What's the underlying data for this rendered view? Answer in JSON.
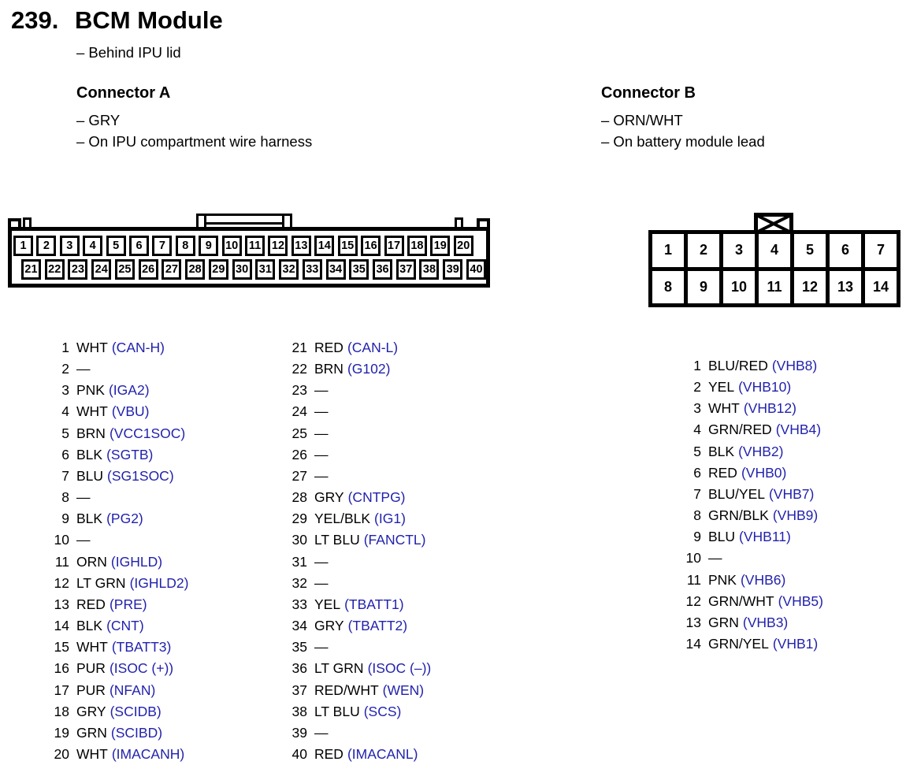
{
  "page": {
    "section_number": "239.",
    "title": "BCM Module",
    "location_note": "– Behind IPU lid"
  },
  "colors": {
    "signal_blue": "#2222ad",
    "ink": "#000000",
    "paper": "#ffffff"
  },
  "connector_a": {
    "heading": "Connector A",
    "notes": [
      "– GRY",
      "– On IPU compartment wire harness"
    ],
    "pins": [
      {
        "n": "1",
        "wire": "WHT",
        "signal": "(CAN-H)"
      },
      {
        "n": "2",
        "wire": "—",
        "signal": ""
      },
      {
        "n": "3",
        "wire": "PNK",
        "signal": "(IGA2)"
      },
      {
        "n": "4",
        "wire": "WHT",
        "signal": "(VBU)"
      },
      {
        "n": "5",
        "wire": "BRN",
        "signal": "(VCC1SOC)"
      },
      {
        "n": "6",
        "wire": "BLK",
        "signal": "(SGTB)"
      },
      {
        "n": "7",
        "wire": "BLU",
        "signal": "(SG1SOC)"
      },
      {
        "n": "8",
        "wire": "—",
        "signal": ""
      },
      {
        "n": "9",
        "wire": "BLK",
        "signal": "(PG2)"
      },
      {
        "n": "10",
        "wire": "—",
        "signal": ""
      },
      {
        "n": "11",
        "wire": "ORN",
        "signal": "(IGHLD)"
      },
      {
        "n": "12",
        "wire": "LT GRN",
        "signal": "(IGHLD2)"
      },
      {
        "n": "13",
        "wire": "RED",
        "signal": "(PRE)"
      },
      {
        "n": "14",
        "wire": "BLK",
        "signal": "(CNT)"
      },
      {
        "n": "15",
        "wire": "WHT",
        "signal": "(TBATT3)"
      },
      {
        "n": "16",
        "wire": "PUR",
        "signal": "(ISOC (+))"
      },
      {
        "n": "17",
        "wire": "PUR",
        "signal": "(NFAN)"
      },
      {
        "n": "18",
        "wire": "GRY",
        "signal": "(SCIDB)"
      },
      {
        "n": "19",
        "wire": "GRN",
        "signal": "(SCIBD)"
      },
      {
        "n": "20",
        "wire": "WHT",
        "signal": "(IMACANH)"
      },
      {
        "n": "21",
        "wire": "RED",
        "signal": "(CAN-L)"
      },
      {
        "n": "22",
        "wire": "BRN",
        "signal": "(G102)"
      },
      {
        "n": "23",
        "wire": "—",
        "signal": ""
      },
      {
        "n": "24",
        "wire": "—",
        "signal": ""
      },
      {
        "n": "25",
        "wire": "—",
        "signal": ""
      },
      {
        "n": "26",
        "wire": "—",
        "signal": ""
      },
      {
        "n": "27",
        "wire": "—",
        "signal": ""
      },
      {
        "n": "28",
        "wire": "GRY",
        "signal": "(CNTPG)"
      },
      {
        "n": "29",
        "wire": "YEL/BLK",
        "signal": "(IG1)"
      },
      {
        "n": "30",
        "wire": "LT BLU",
        "signal": "(FANCTL)"
      },
      {
        "n": "31",
        "wire": "—",
        "signal": ""
      },
      {
        "n": "32",
        "wire": "—",
        "signal": ""
      },
      {
        "n": "33",
        "wire": "YEL",
        "signal": "(TBATT1)"
      },
      {
        "n": "34",
        "wire": "GRY",
        "signal": "(TBATT2)"
      },
      {
        "n": "35",
        "wire": "—",
        "signal": ""
      },
      {
        "n": "36",
        "wire": "LT GRN",
        "signal": "(ISOC (–))"
      },
      {
        "n": "37",
        "wire": "RED/WHT",
        "signal": "(WEN)"
      },
      {
        "n": "38",
        "wire": "LT BLU",
        "signal": "(SCS)"
      },
      {
        "n": "39",
        "wire": "—",
        "signal": ""
      },
      {
        "n": "40",
        "wire": "RED",
        "signal": "(IMACANL)"
      }
    ]
  },
  "connector_b": {
    "heading": "Connector B",
    "notes": [
      "– ORN/WHT",
      "– On battery module lead"
    ],
    "pins": [
      {
        "n": "1",
        "wire": "BLU/RED",
        "signal": "(VHB8)"
      },
      {
        "n": "2",
        "wire": "YEL",
        "signal": "(VHB10)"
      },
      {
        "n": "3",
        "wire": "WHT",
        "signal": "(VHB12)"
      },
      {
        "n": "4",
        "wire": "GRN/RED",
        "signal": "(VHB4)"
      },
      {
        "n": "5",
        "wire": "BLK",
        "signal": "(VHB2)"
      },
      {
        "n": "6",
        "wire": "RED",
        "signal": "(VHB0)"
      },
      {
        "n": "7",
        "wire": "BLU/YEL",
        "signal": "(VHB7)"
      },
      {
        "n": "8",
        "wire": "GRN/BLK",
        "signal": "(VHB9)"
      },
      {
        "n": "9",
        "wire": "BLU",
        "signal": "(VHB11)"
      },
      {
        "n": "10",
        "wire": "—",
        "signal": ""
      },
      {
        "n": "11",
        "wire": "PNK",
        "signal": "(VHB6)"
      },
      {
        "n": "12",
        "wire": "GRN/WHT",
        "signal": "(VHB5)"
      },
      {
        "n": "13",
        "wire": "GRN",
        "signal": "(VHB3)"
      },
      {
        "n": "14",
        "wire": "GRN/YEL",
        "signal": "(VHB1)"
      }
    ]
  }
}
